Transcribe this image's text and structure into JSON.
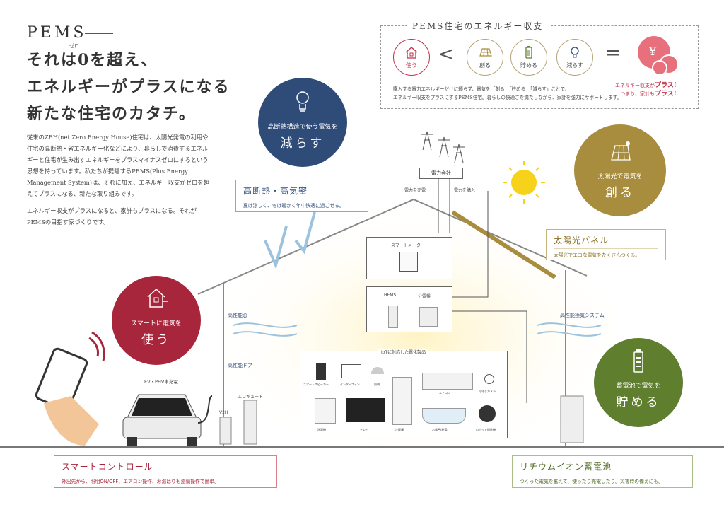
{
  "header": {
    "title": "PEMS",
    "headline": [
      "それは0を超え、",
      "エネルギーがプラスになる",
      "新たな住宅のカタチ。"
    ],
    "zero_ruby": "ゼロ",
    "intro": [
      "従来のZEH(net Zero Energy House)住宅は、太陽光発電の利用や住宅の高断熱・省エネルギー化などにより、暮らしで消費するエネルギーと住宅が生み出すエネルギーをプラスマイナスゼロにするという思想を持っています。私たちが提唱するPEMS(Plus Energy Management System)は、それに加え、エネルギー収支がゼロを超えてプラスになる、新たな取り組みです。",
      "エネルギー収支がプラスになると、家計もプラスになる。それがPEMSの目指す家づくりです。"
    ]
  },
  "balance": {
    "title": "PEMS住宅のエネルギー収支",
    "items": [
      "使う",
      "創る",
      "貯める",
      "減らす"
    ],
    "lt": "<",
    "eq": "=",
    "desc": [
      "購入する電力エネルギーだけに頼らず、電気を「創る」「貯める」「減らす」ことで、",
      "エネルギー収支をプラスにするPEMS住宅。暮らしの快適さを満たしながら、家計を強力にサポートします。"
    ],
    "note1": "エネルギー収支が",
    "note1b": "プラス!",
    "note2": "つまり、家計も",
    "note2b": "プラス!",
    "yen": "¥"
  },
  "circles": {
    "reduce": {
      "sub": "高断熱構造で使う電気を",
      "main": "減らす"
    },
    "create": {
      "sub": "太陽光で電気を",
      "main": "創る"
    },
    "use": {
      "sub": "スマートに電気を",
      "main": "使う"
    },
    "store": {
      "sub": "蓄電池で電気を",
      "main": "貯める"
    }
  },
  "callouts": {
    "insulation": {
      "title": "高断熱・高気密",
      "desc": "夏は涼しく、冬は暖かく年中快適に過ごせる。"
    },
    "solar": {
      "title": "太陽光パネル",
      "desc": "太陽光でエコな電気をたくさんつくる。"
    },
    "smart": {
      "title": "スマートコントロール",
      "desc": "外出先から、照明ON/OFF、エアコン操作、お湯はりも遠隔操作で簡単。"
    },
    "battery": {
      "title": "リチウムイオン蓄電池",
      "desc": "つくった電気を蓄えて、使ったり売電したり。災害時の備えにも。"
    }
  },
  "diagram": {
    "power_company": "電力会社",
    "sell": "電力を売電",
    "buy": "電力を購入",
    "smart_meter": "スマートメーター",
    "hems": "HEMS",
    "panel": "分電盤",
    "iot": "IoTに対応した電化製品",
    "window": "高性能窓",
    "door": "高性能ドア",
    "ventilation": "高性能換気システム",
    "ev": "EV・PHV車充電",
    "v2h": "V2H",
    "ecocute": "エコキュート",
    "appliances": [
      "スマートスピーカー",
      "インターフォン",
      "照明",
      "エアコン",
      "見守りカメラ",
      "洗濯機",
      "テレビ",
      "冷蔵庫",
      "お風呂(給湯)",
      "ロボット掃除機"
    ]
  },
  "colors": {
    "navy": "#2f4b78",
    "gold": "#a88d3e",
    "crimson": "#a8263b",
    "green": "#5f7f2e",
    "pink": "#e8707c"
  }
}
